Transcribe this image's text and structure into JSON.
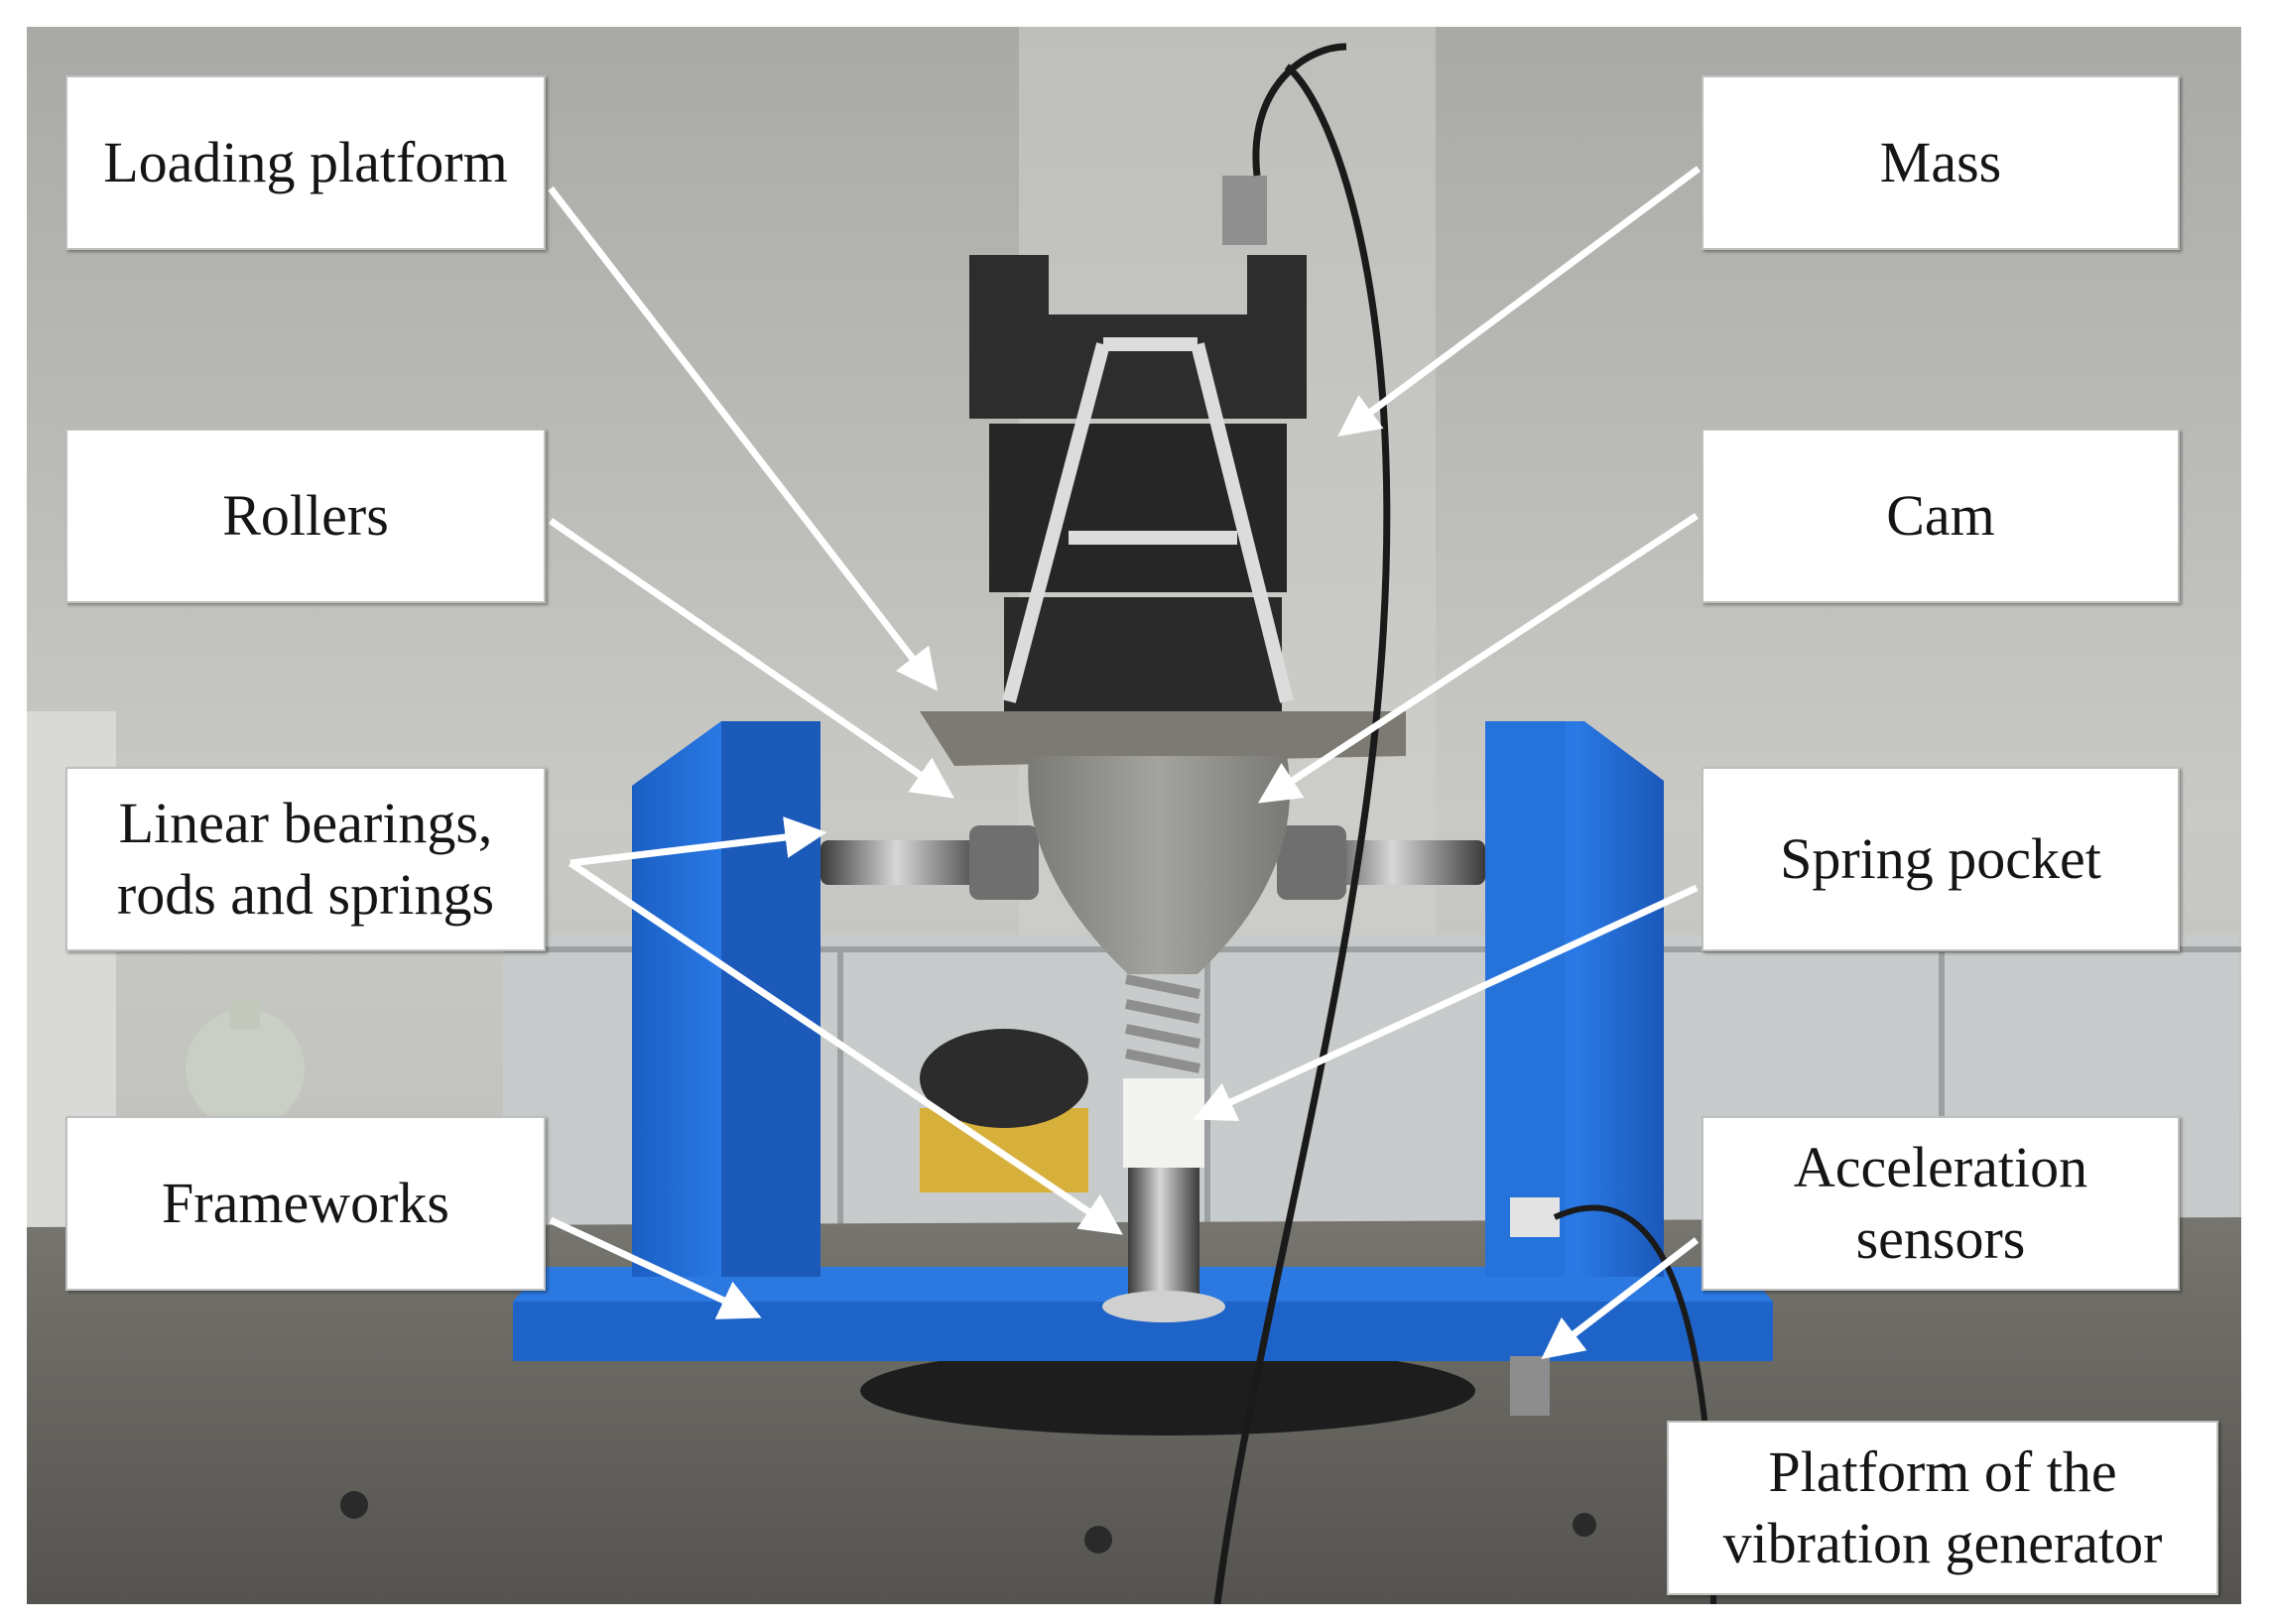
{
  "figure": {
    "description_colors": {
      "frame": "#1f6fd6",
      "mass": "#2a2a2a",
      "cam": "#8b8b88",
      "label_bg": "#ffffff",
      "arrow": "#ffffff"
    },
    "labels": {
      "loading_platform": "Loading platform",
      "mass": "Mass",
      "rollers": "Rollers",
      "cam": "Cam",
      "linear_bearings": "Linear bearings,\nrods and springs",
      "spring_pocket": "Spring pocket",
      "frameworks": "Frameworks",
      "acceleration_sensors": "Acceleration\nsensors",
      "platform_vibration_generator": "Platform of the\nvibration generator"
    }
  }
}
